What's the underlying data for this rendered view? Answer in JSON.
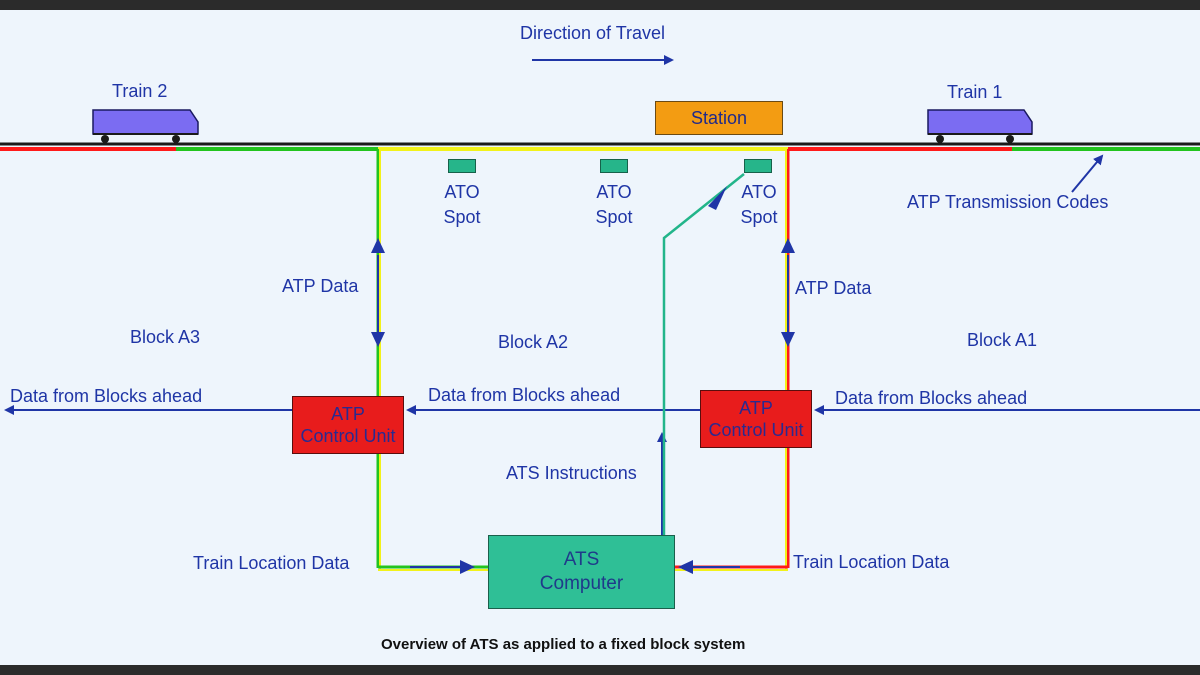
{
  "direction_label": "Direction of Travel",
  "trains": [
    {
      "label": "Train 2"
    },
    {
      "label": "Train 1"
    }
  ],
  "station": {
    "label": "Station"
  },
  "ato_spots": [
    {
      "label": "ATO\nSpot"
    },
    {
      "label": "ATO\nSpot"
    },
    {
      "label": "ATO\nSpot"
    }
  ],
  "atp_transmission_label": "ATP Transmission Codes",
  "atp_data_labels": [
    "ATP Data",
    "ATP Data"
  ],
  "blocks": [
    "Block A3",
    "Block A2",
    "Block A1"
  ],
  "data_from_blocks_labels": [
    "Data from Blocks ahead",
    "Data from Blocks ahead",
    "Data from Blocks ahead"
  ],
  "atp_control_units": [
    {
      "label": "ATP\nControl Unit"
    },
    {
      "label": "ATP\nControl Unit"
    }
  ],
  "ats_instructions_label": "ATS Instructions",
  "train_location_labels": [
    "Train Location Data",
    "Train Location Data"
  ],
  "ats_computer": {
    "label": "ATS\nComputer"
  },
  "caption": "Overview of ATS as applied to a fixed block system",
  "colors": {
    "background": "#eef5fc",
    "track": "#1a1a1a",
    "occupied": "#ff1a1a",
    "clear": "#22c41e",
    "caution": "#f2f21a",
    "arrow": "#1f35a6",
    "ato_link": "#22b58a",
    "train": "#7b6cf2",
    "station": "#f39c12",
    "atp_unit": "#e81c1c",
    "ats_computer": "#2fbf96"
  }
}
